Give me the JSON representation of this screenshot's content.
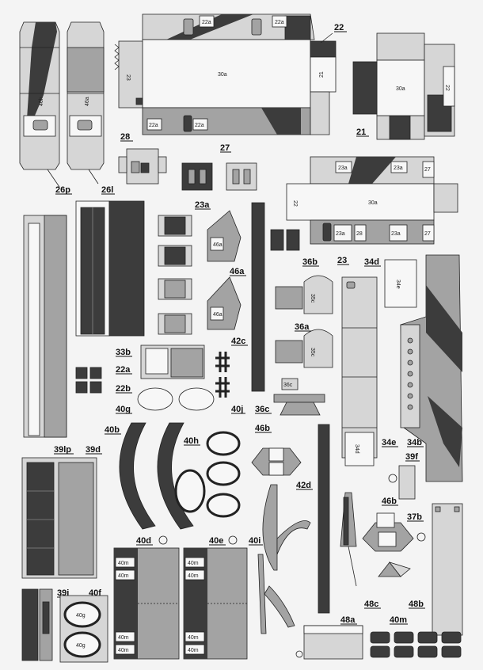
{
  "sheet": {
    "labels": {
      "l22": "22",
      "l21": "21",
      "l28": "28",
      "l27": "27",
      "l26p": "26p",
      "l26l": "26l",
      "l23a": "23a",
      "l23": "23",
      "l46a": "46a",
      "l36b": "36b",
      "l34d": "34d",
      "l36a": "36a",
      "l42c": "42c",
      "l33b": "33b",
      "l22a": "22a",
      "l22b": "22b",
      "l40g": "40g",
      "l40j": "40j",
      "l36c": "36c",
      "l46b_top": "46b",
      "l40b": "40b",
      "l40h": "40h",
      "l39lp": "39lp",
      "l39d": "39d",
      "l42d": "42d",
      "l34e": "34e",
      "l34b": "34b",
      "l39f": "39f",
      "l46b_bot": "46b",
      "l37b": "37b",
      "l40d": "40d",
      "l40e": "40e",
      "l40i": "40i",
      "l48c": "48c",
      "l48b": "48b",
      "l39i": "39i",
      "l40f": "40f",
      "l48a": "48a",
      "l40m": "40m"
    },
    "part_text": {
      "t30a_top": "30a",
      "t30a_right": "30a",
      "t30a_mid": "30a",
      "t23": "23",
      "t21": "21",
      "t22_right": "22",
      "t22_mid": "22",
      "t22a_1": "22a",
      "t22a_2": "22a",
      "t22a_3": "22a",
      "t22a_4": "22a",
      "t23a_1": "23a",
      "t23a_2": "23a",
      "t23a_3": "23a",
      "t23a_4": "23a",
      "t27_1": "27",
      "t27_2": "27",
      "t28": "28",
      "t46a_1": "46a",
      "t46a_2": "46a",
      "t34e": "34e",
      "t34d": "34d",
      "t35c_1": "35c",
      "t35c_2": "35c",
      "t36c": "36c",
      "t40g_1": "40g",
      "t40g_2": "40g",
      "t40m_1": "40m",
      "t40m_2": "40m",
      "t40m_3": "40m",
      "t40m_4": "40m",
      "t40m_5": "40m",
      "t40m_6": "40m",
      "t40m_7": "40m",
      "t40m_8": "40m"
    },
    "colors": {
      "paper": "#f4f4f4",
      "light": "#d2d2d2",
      "mid": "#9e9e9e",
      "dark": "#3a3a3a",
      "ink": "#111111"
    }
  }
}
